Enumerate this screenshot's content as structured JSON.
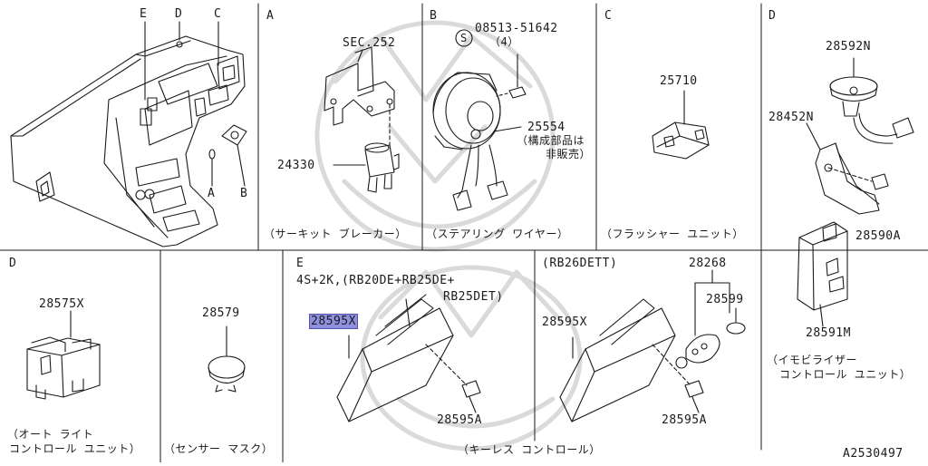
{
  "diagram": {
    "code": "A2530497",
    "highlight_color": "#8f8fe0",
    "overview": {
      "labels": [
        "E",
        "D",
        "C",
        "A",
        "B"
      ]
    },
    "panel_a": {
      "letter": "A",
      "parts": [
        "SEC.252",
        "24330"
      ],
      "caption": "（サーキット ブレーカー）"
    },
    "panel_b": {
      "letter": "B",
      "bolt_part": "08513-51642",
      "bolt_qty": "（4）",
      "bolt_symbol": "S",
      "part": "25554",
      "note_line1": "（構成部品は",
      "note_line2": "非販売）",
      "caption": "（ステアリング ワイヤー）"
    },
    "panel_c": {
      "letter": "C",
      "part": "25710",
      "caption": "（フラッシャー ユニット）"
    },
    "panel_d_right": {
      "letter": "D",
      "parts": [
        "28592N",
        "28452N",
        "28590A",
        "28591M"
      ],
      "caption_line1": "（イモビライザー",
      "caption_line2": "コントロール ユニット）"
    },
    "panel_d_left": {
      "letter": "D",
      "part": "28575X",
      "caption_line1": "（オート ライト",
      "caption_line2": "コントロール ユニット）"
    },
    "panel_sensor": {
      "part": "28579",
      "caption": "（センサー マスク）"
    },
    "panel_e": {
      "letter": "E",
      "variant_line1": "4S+2K,(RB20DE+RB25DE+",
      "variant_line2": "RB25DET)",
      "left_parts": [
        "28595X",
        "28595A"
      ],
      "variant_right": "(RB26DETT)",
      "right_parts": [
        "28268",
        "28599",
        "28595X",
        "28595A"
      ],
      "caption": "（キーレス コントロール）"
    }
  }
}
